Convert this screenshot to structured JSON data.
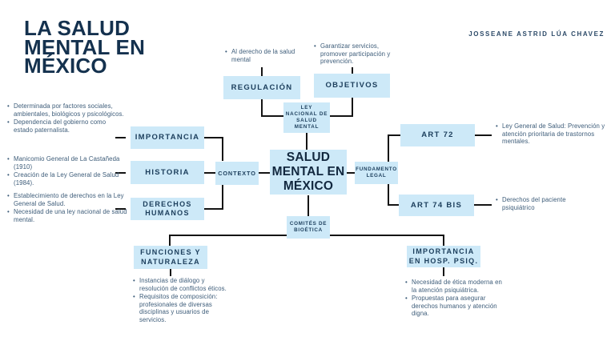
{
  "page": {
    "title": "LA SALUD\nMENTAL EN\nMÉXICO",
    "author": "JOSSEANE ASTRID LÚA CHAVEZ"
  },
  "colors": {
    "background": "#ffffff",
    "node_fill": "#cde9f8",
    "heading_text": "#14314e",
    "node_text": "#1c3e5c",
    "note_text": "#3d5c79",
    "connector_line": "#141414"
  },
  "nodes": {
    "center": "SALUD\nMENTAL EN\nMÉXICO",
    "regulacion": "REGULACIÓN",
    "objetivos": "OBJETIVOS",
    "ley_nacional": "LEY\nNACIONAL DE\nSALUD\nMENTAL",
    "importancia": "IMPORTANCIA",
    "historia": "HISTORIA",
    "derechos_humanos": "DERECHOS\nHUMANOS",
    "contexto": "CONTEXTO",
    "fundamento_legal": "FUNDAMENTO\nLEGAL",
    "art_72": "ART 72",
    "art_74_bis": "ART 74 BIS",
    "comites_bioetica": "COMITÉS DE\nBIOÉTICA",
    "funciones_naturaleza": "FUNCIONES Y\nNATURALEZA",
    "importancia_hosp": "IMPORTANCIA\nEN HOSP. PSIQ."
  },
  "notes": {
    "regulacion": [
      "Al derecho de la salud mental"
    ],
    "objetivos": [
      "Garantizar servicios, promover participación y prevención."
    ],
    "importancia": [
      "Determinada por factores sociales, ambientales, biológicos y psicológicos.",
      "Dependencia del gobierno como estado paternalista."
    ],
    "historia": [
      "Manicomio General de La Castañeda (1910)",
      "Creación de la Ley General de Salud (1984)."
    ],
    "derechos_humanos": [
      "Establecimiento de derechos en la Ley General de Salud.",
      "Necesidad de una ley nacional de salud mental."
    ],
    "art_72": [
      "Ley General de Salud: Prevención y atención prioritaria de trastornos mentales."
    ],
    "art_74_bis": [
      "Derechos del paciente psiquiátrico"
    ],
    "funciones_naturaleza": [
      "Instancias de diálogo y resolución de conflictos éticos.",
      "Requisitos de composición: profesionales de diversas disciplinas y usuarios de servicios."
    ],
    "importancia_hosp": [
      "Necesidad de ética moderna en la atención psiquiátrica.",
      "Propuestas para asegurar derechos humanos y atención digna."
    ]
  }
}
